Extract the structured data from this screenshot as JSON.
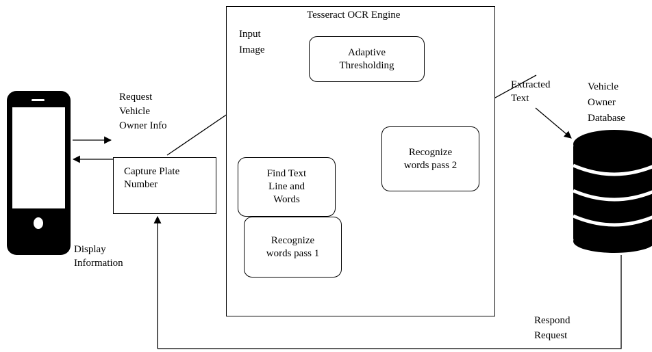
{
  "diagram": {
    "engine_title": "Tesseract OCR Engine",
    "input_image_label": "Input\nImage",
    "adaptive_thresholding": "Adaptive\nThresholding",
    "find_text_line_words": "Find Text\nLine and\nWords",
    "recognize_pass_1": "Recognize\nwords pass 1",
    "recognize_pass_2": "Recognize\nwords pass 2",
    "capture_plate_number": "Capture Plate\nNumber",
    "request_vehicle_owner_info": "Request\nVehicle\nOwner Info",
    "display_information": "Display\nInformation",
    "extracted_text": "Extracted\nText",
    "vehicle_owner_database": "Vehicle\nOwner\nDatabase",
    "respond_request": "Respond\nRequest"
  },
  "colors": {
    "line": "#000000",
    "background": "#ffffff"
  },
  "icons": [
    "smartphone-icon",
    "database-icon"
  ]
}
